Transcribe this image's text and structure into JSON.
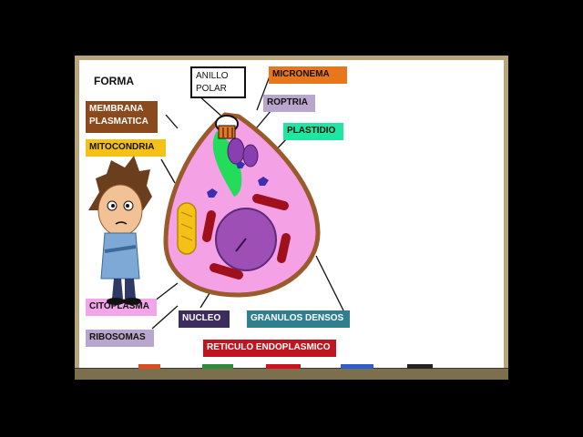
{
  "title": "FORMA",
  "labels": {
    "anillo_polar": "ANILLO POLAR",
    "microneme": "MICRONEMA",
    "roptria": "ROPTRIA",
    "plastidio": "PLASTIDIO",
    "membrana": "MEMBRANA PLASMATICA",
    "mitocondria": "MITOCONDRIA",
    "citoplasma": "CITOPLASMA",
    "ribosomas": "RIBOSOMAS",
    "nucleo": "NUCLEO",
    "granulos": "GRANULOS DENSOS",
    "reticulo": "RETICULO ENDOPLASMICO"
  },
  "colors": {
    "microneme": "#e8761c",
    "roptria": "#b9a6cc",
    "plastidio": "#1fe6a0",
    "membrana": "#8b4a1e",
    "mitocondria": "#f5c116",
    "citoplasma": "#f2a6e9",
    "ribosomas": "#b9a6cc",
    "nucleo": "#3d2d5c",
    "granulos": "#2f7f8f",
    "reticulo": "#c0151f"
  },
  "icons": {
    "character": "student-character-icon",
    "markers": "marker-icon"
  }
}
